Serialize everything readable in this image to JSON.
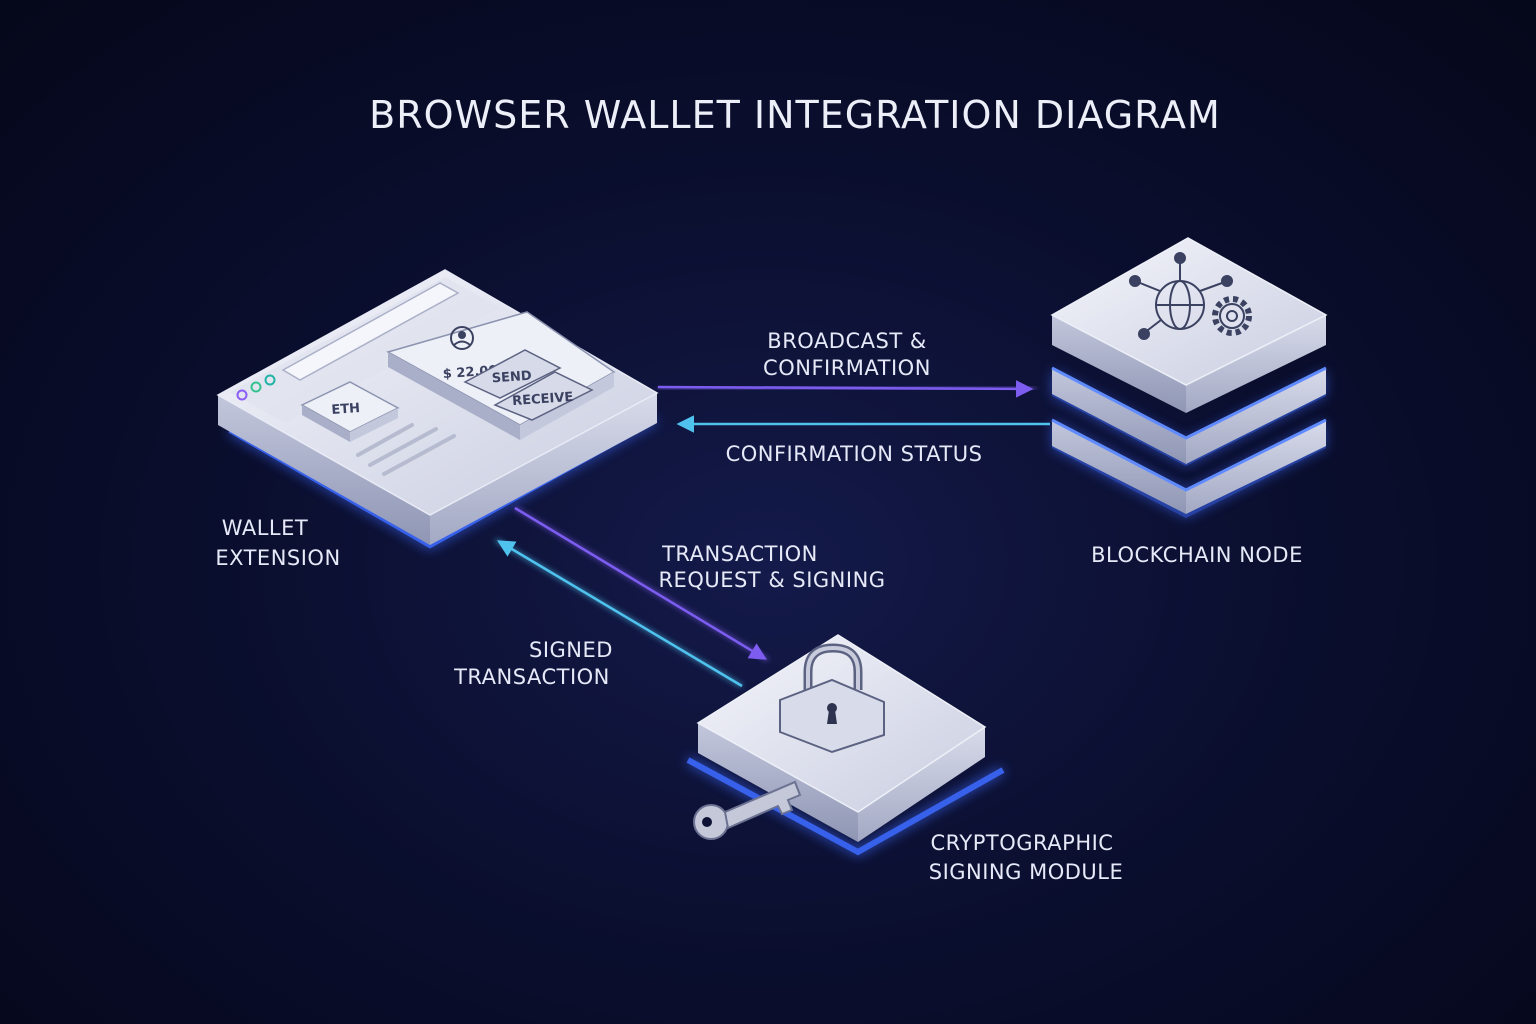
{
  "title": "BROWSER WALLET INTEGRATION DIAGRAM",
  "nodes": {
    "wallet": {
      "label_line1": "WALLET",
      "label_line2": "EXTENSION",
      "ui": {
        "balance": "$ 22.00 USD",
        "send": "SEND",
        "receive": "RECEIVE",
        "tab": "ETH"
      }
    },
    "blockchain": {
      "label": "BLOCKCHAIN NODE"
    },
    "signer": {
      "label_line1": "CRYPTOGRAPHIC",
      "label_line2": "SIGNING MODULE"
    }
  },
  "edges": {
    "broadcast": {
      "line1": "BROADCAST &",
      "line2": "CONFIRMATION"
    },
    "status": {
      "label": "CONFIRMATION STATUS"
    },
    "request": {
      "line1": "TRANSACTION",
      "line2": "REQUEST & SIGNING"
    },
    "signed": {
      "line1": "SIGNED",
      "line2": "TRANSACTION"
    }
  },
  "colors": {
    "purple": "#7d5cf0",
    "cyan": "#4fc3ee",
    "glow": "#3d6bff"
  },
  "icons": [
    "network-globe-icon",
    "gear-icon",
    "padlock-icon",
    "key-icon"
  ]
}
